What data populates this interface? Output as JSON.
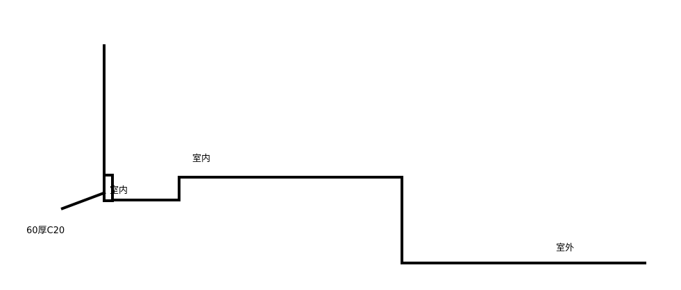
{
  "labels": {
    "indoor_upper": "室内",
    "indoor_lower": "室内",
    "outdoor": "室外",
    "slab_note": "60厚C20"
  },
  "colors": {
    "background": "#ffffff",
    "line": "#000000"
  }
}
